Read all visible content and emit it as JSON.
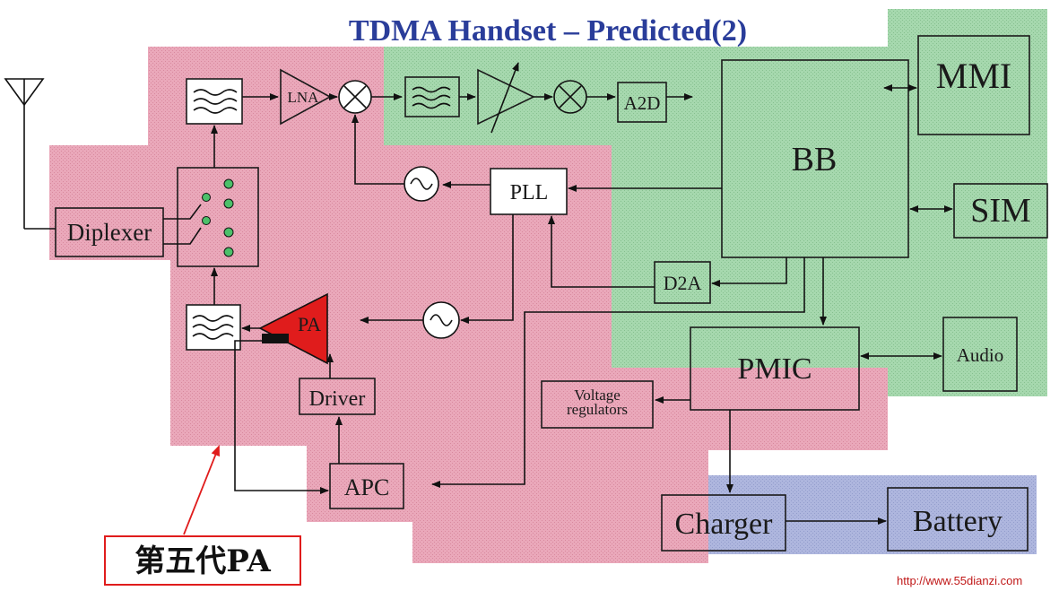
{
  "title": "TDMA Handset – Predicted(2)",
  "colors": {
    "green_region": "#9fd4a8",
    "pink_region": "#e7a0b3",
    "blue_region": "#a9b2dc",
    "pa_fill": "#e01c1c",
    "caption_border": "#e01c1c",
    "title": "#2a3d9a"
  },
  "blocks": {
    "lna": "LNA",
    "a2d": "A2D",
    "mmi": "MMI",
    "bb": "BB",
    "sim": "SIM",
    "pll": "PLL",
    "diplexer": "Diplexer",
    "d2a": "D2A",
    "pa": "PA",
    "driver": "Driver",
    "apc": "APC",
    "pmic": "PMIC",
    "audio": "Audio",
    "voltage_regulators_line1": "Voltage",
    "voltage_regulators_line2": "regulators",
    "charger": "Charger",
    "battery": "Battery"
  },
  "icons": [
    "antenna-icon",
    "filter-icon",
    "mixer-icon",
    "oscillator-icon",
    "switch-icon",
    "variable-gain-amplifier-icon"
  ],
  "caption": "第五代PA",
  "watermark": "http://www.55dianzi.com"
}
